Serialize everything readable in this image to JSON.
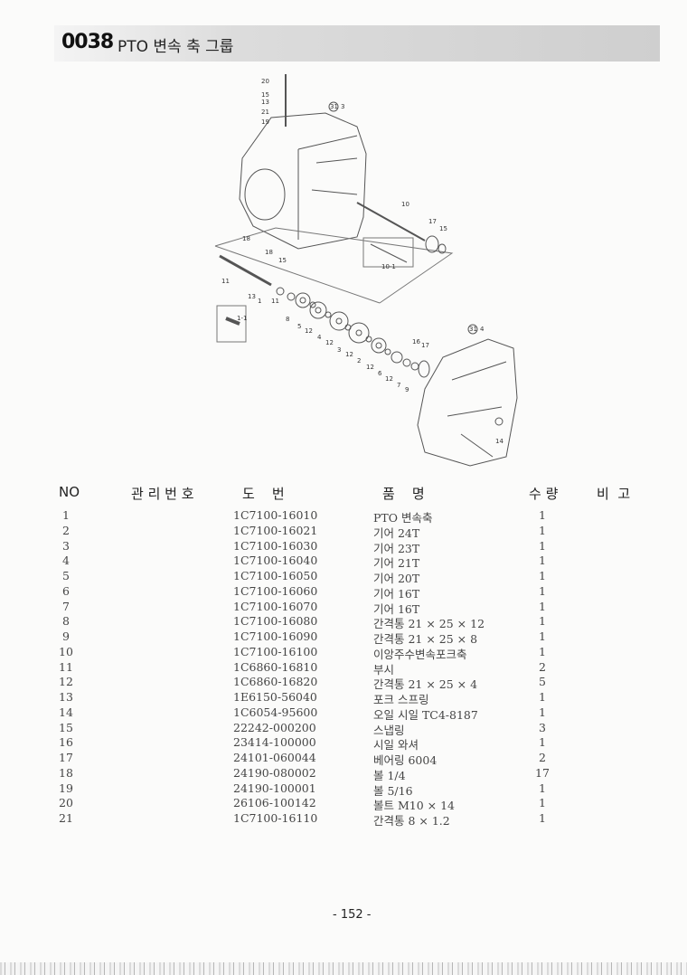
{
  "header": {
    "code": "0038",
    "title": "PTO 변속 축 그룹"
  },
  "diagram": {
    "callouts": [
      "20",
      "15",
      "13",
      "21",
      "19",
      "31",
      "3",
      "10",
      "17",
      "15",
      "10-1",
      "18",
      "18",
      "15",
      "11",
      "13",
      "1",
      "11",
      "1-1",
      "8",
      "5",
      "12",
      "4",
      "12",
      "3",
      "12",
      "2",
      "12",
      "6",
      "12",
      "7",
      "9",
      "16",
      "17",
      "31",
      "4",
      "14"
    ]
  },
  "table": {
    "headers": {
      "no": "NO",
      "mgmt": "관 리 번 호",
      "drawing": "도    번",
      "name": "품    명",
      "qty": "수 량",
      "note": "비  고"
    },
    "rows": [
      {
        "no": "1",
        "pn": "1C7100-16010",
        "name": "PTO 변속축",
        "qty": "1"
      },
      {
        "no": "2",
        "pn": "1C7100-16021",
        "name": "기어 24T",
        "qty": "1"
      },
      {
        "no": "3",
        "pn": "1C7100-16030",
        "name": "기어 23T",
        "qty": "1"
      },
      {
        "no": "4",
        "pn": "1C7100-16040",
        "name": "기어 21T",
        "qty": "1"
      },
      {
        "no": "5",
        "pn": "1C7100-16050",
        "name": "기어 20T",
        "qty": "1"
      },
      {
        "no": "6",
        "pn": "1C7100-16060",
        "name": "기어 16T",
        "qty": "1"
      },
      {
        "no": "7",
        "pn": "1C7100-16070",
        "name": "기어 16T",
        "qty": "1"
      },
      {
        "no": "8",
        "pn": "1C7100-16080",
        "name": "간격통 21 × 25 × 12",
        "qty": "1"
      },
      {
        "no": "9",
        "pn": "1C7100-16090",
        "name": "간격통 21 × 25 × 8",
        "qty": "1"
      },
      {
        "no": "10",
        "pn": "1C7100-16100",
        "name": "이앙주수변속포크축",
        "qty": "1"
      },
      {
        "no": "11",
        "pn": "1C6860-16810",
        "name": "부시",
        "qty": "2"
      },
      {
        "no": "12",
        "pn": "1C6860-16820",
        "name": "간격통 21 × 25 × 4",
        "qty": "5"
      },
      {
        "no": "13",
        "pn": "1E6150-56040",
        "name": "포크 스프링",
        "qty": "1"
      },
      {
        "no": "14",
        "pn": "1C6054-95600",
        "name": "오일 시일 TC4-8187",
        "qty": "1"
      },
      {
        "no": "15",
        "pn": "22242-000200",
        "name": "스냅링",
        "qty": "3"
      },
      {
        "no": "16",
        "pn": "23414-100000",
        "name": "시일 와셔",
        "qty": "1"
      },
      {
        "no": "17",
        "pn": "24101-060044",
        "name": "베어링 6004",
        "qty": "2"
      },
      {
        "no": "18",
        "pn": "24190-080002",
        "name": "볼 1/4",
        "qty": "17"
      },
      {
        "no": "19",
        "pn": "24190-100001",
        "name": "볼 5/16",
        "qty": "1"
      },
      {
        "no": "20",
        "pn": "26106-100142",
        "name": "볼트 M10 × 14",
        "qty": "1"
      },
      {
        "no": "21",
        "pn": "1C7100-16110",
        "name": "간격통 8 × 1.2",
        "qty": "1"
      }
    ]
  },
  "footer": {
    "page": "- 152 -"
  }
}
